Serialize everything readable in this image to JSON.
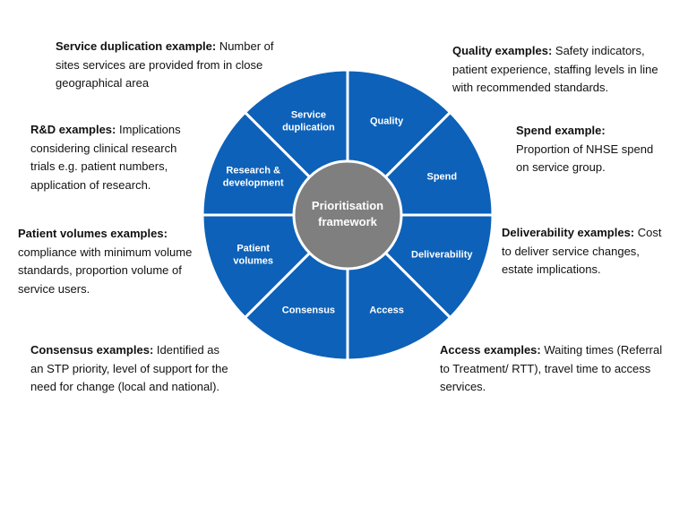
{
  "colors": {
    "segment": "#0d61b8",
    "hub": "#7f7f7f",
    "divider": "#ffffff",
    "text": "#111111"
  },
  "hub": {
    "line1": "Prioritisation",
    "line2": "framework"
  },
  "segments": [
    {
      "lines": [
        "Service",
        "duplication"
      ]
    },
    {
      "lines": [
        "Quality"
      ]
    },
    {
      "lines": [
        "Spend"
      ]
    },
    {
      "lines": [
        "Deliverability"
      ]
    },
    {
      "lines": [
        "Access"
      ]
    },
    {
      "lines": [
        "Consensus"
      ]
    },
    {
      "lines": [
        "Patient",
        "volumes"
      ]
    },
    {
      "lines": [
        "Research &",
        "development"
      ]
    }
  ],
  "annotations": {
    "service_duplication": {
      "heading": "Service duplication example:",
      "text": "Number of sites services are provided from in close geographical area"
    },
    "quality": {
      "heading": "Quality examples:",
      "text": "Safety indicators, patient experience, staffing levels in line with recommended standards."
    },
    "rd": {
      "heading": "R&D examples:",
      "text": "Implications considering clinical research trials e.g. patient numbers, application of research."
    },
    "spend": {
      "heading": "Spend example:",
      "text": "Proportion of NHSE spend on service group."
    },
    "patient_volumes": {
      "heading": "Patient volumes examples:",
      "text": "compliance with minimum volume standards, proportion volume of service users."
    },
    "deliverability": {
      "heading": "Deliverability examples:",
      "text": "Cost to deliver service changes, estate implications."
    },
    "consensus": {
      "heading": "Consensus examples:",
      "text": "Identified as an STP priority, level of support for the need for change (local and national)."
    },
    "access": {
      "heading": "Access examples:",
      "text": "Waiting times (Referral to Treatment/ RTT), travel time to access services."
    }
  }
}
